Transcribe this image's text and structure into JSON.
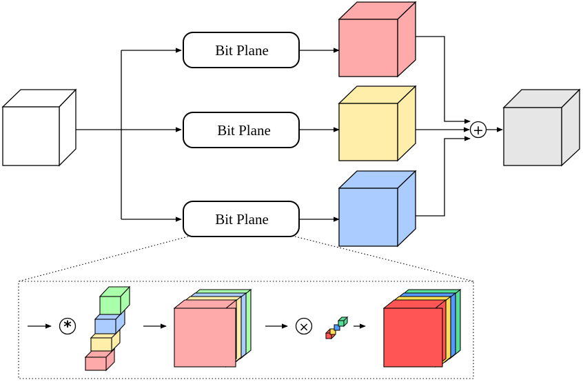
{
  "blocks": [
    {
      "label": "Bit Plane"
    },
    {
      "label": "Bit Plane"
    },
    {
      "label": "Bit Plane"
    }
  ],
  "operators": {
    "sum": "+",
    "convolution": "*",
    "multiply": "×"
  },
  "colors": {
    "input_cube": "#ffffff",
    "output_cube": "#e6e6e6",
    "plane_red": "#ffaaaa",
    "plane_yellow": "#ffeeaa",
    "plane_blue": "#aaccff",
    "plane_green": "#aaffaa",
    "result_red": "#ff5555",
    "result_yellow": "#ffdd55",
    "result_blue": "#5599ff",
    "result_green": "#55dd99"
  }
}
